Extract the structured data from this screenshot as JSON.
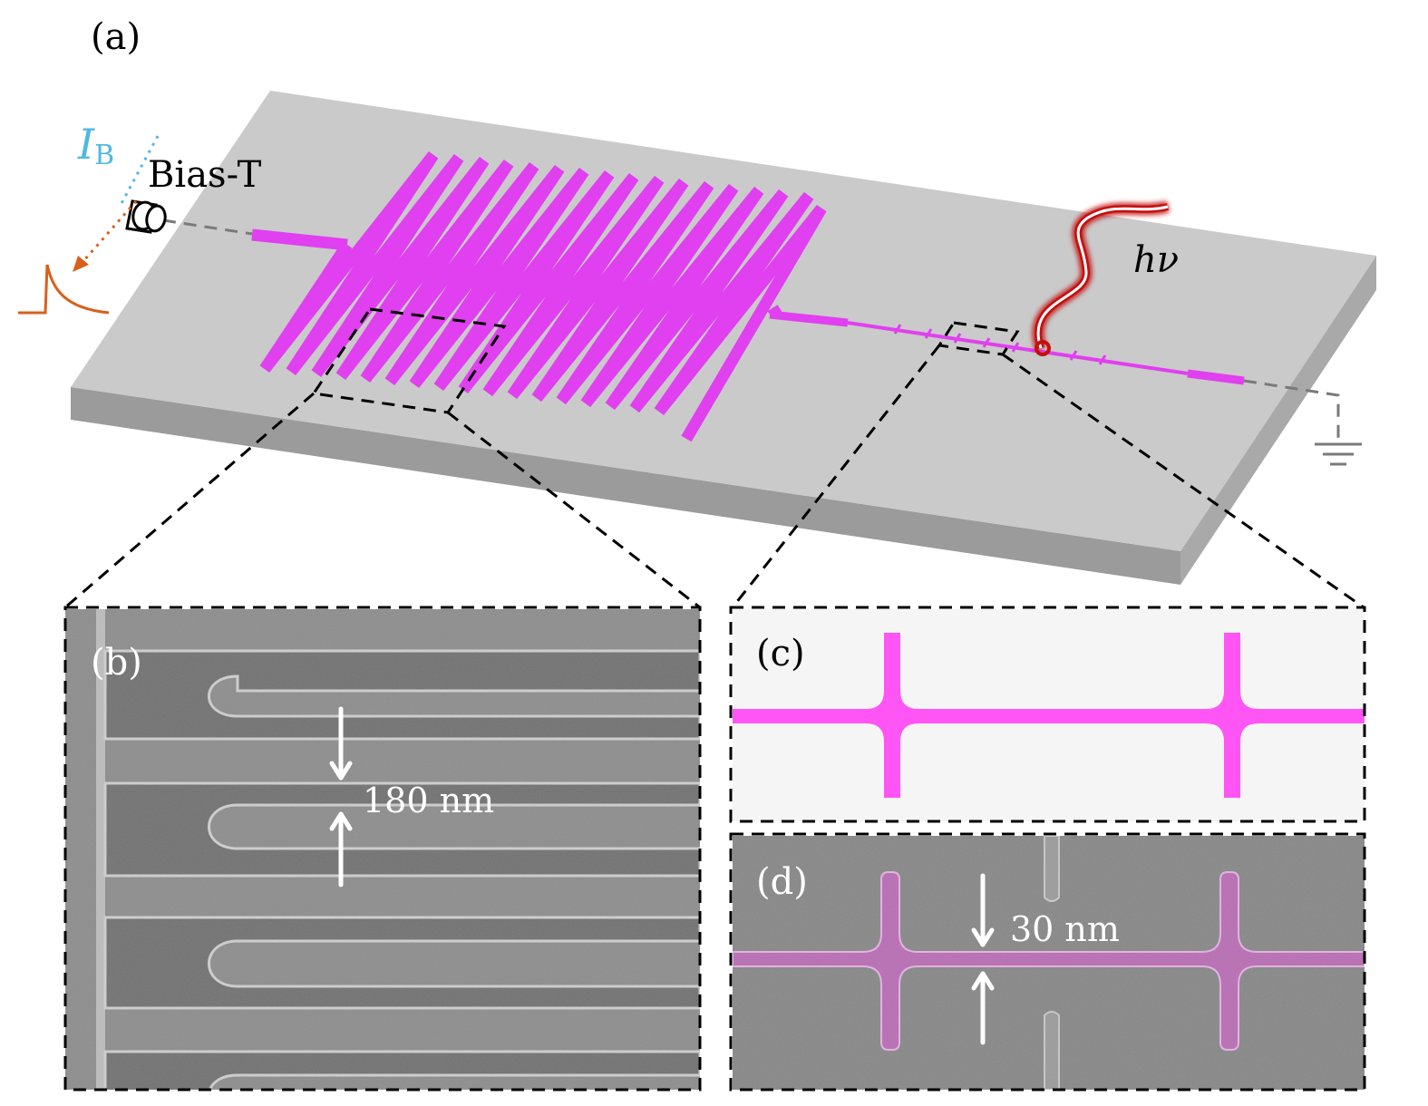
{
  "panels": {
    "a": {
      "label": "(a)",
      "bias_label": "Bias-T",
      "current_label": "I",
      "current_subscript": "B",
      "photon_label": "hν"
    },
    "b": {
      "label": "(b)",
      "gap_label": "180 nm"
    },
    "c": {
      "label": "(c)"
    },
    "d": {
      "label": "(d)",
      "width_label": "30 nm"
    }
  },
  "colors": {
    "nanowire": "#e040ef",
    "substrate_top": "#cacaca",
    "substrate_side": "#9b9b9b",
    "current": "#4fb8e3",
    "pulse": "#d8601c",
    "photon": "#c41010",
    "sem_background": "#8a8a8a"
  },
  "icons": [
    "coax-connector-icon",
    "ground-icon",
    "pulse-trace-icon",
    "photon-wave-icon"
  ]
}
